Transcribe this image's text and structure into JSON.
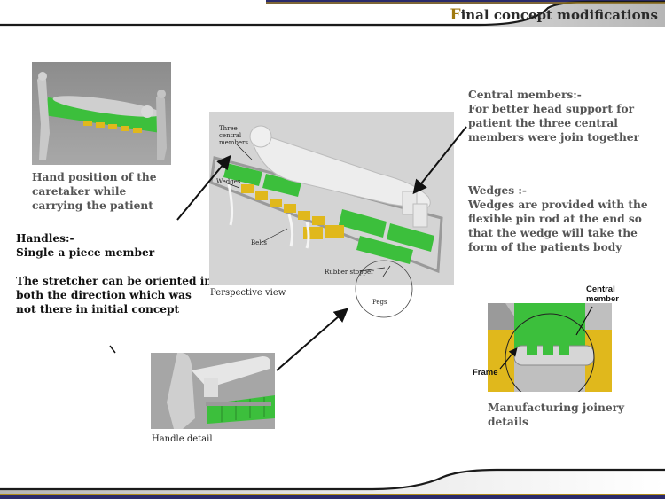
{
  "header": {
    "title_initial": "F",
    "title_rest": "inal concept modifications"
  },
  "captions": {
    "hand_position": "Hand position of the caretaker while carrying the patient",
    "handles_heading": "Handles:-",
    "handles_desc": "Single a piece member",
    "orientation": "The stretcher can be oriented in both the direction which was not there in initial concept",
    "perspective": "Perspective view",
    "handle_detail": "Handle detail",
    "central_members_heading": "Central members:-",
    "central_members_desc": "For better head support for patient the three central members were join together",
    "wedges_heading": "Wedges :-",
    "wedges_desc": "Wedges are provided with the flexible pin rod at the end so that the wedge will take the form of the patients body",
    "joinery": "Manufacturing joinery details"
  },
  "callouts": {
    "three_central_members": "Three central members",
    "wedges": "Wedges",
    "belts": "Belts",
    "rubber_stopper": "Rubber stopper",
    "pegs": "Pegs",
    "central_member": "Central member",
    "frame": "Frame"
  },
  "colors": {
    "bar_dark": "#1a1a1a",
    "bar_gold": "#b08a1a",
    "green": "#3cbf3c",
    "yellow": "#e0b81c",
    "render_bg": "#9a9a9a"
  }
}
